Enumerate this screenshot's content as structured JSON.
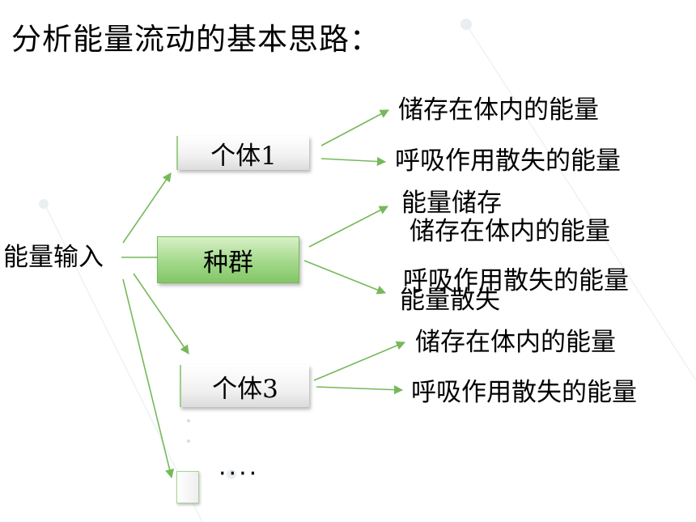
{
  "title": "分析能量流动的基本思路：",
  "colors": {
    "arrow": "#76b95a",
    "box_green": "#a3d98b",
    "decor": "#e8eef2"
  },
  "input_label": "能量输入",
  "nodes": {
    "individual_1": {
      "label": "个体1",
      "outputs": [
        "储存在体内的能量",
        "呼吸作用散失的能量"
      ]
    },
    "population": {
      "label": "种群",
      "outputs_overlay": [
        "能量储存",
        "储存在体内的能量",
        "呼吸作用散失的能量",
        "能量散失"
      ]
    },
    "individual_3": {
      "label": "个体3",
      "outputs": [
        "储存在体内的能量",
        "呼吸作用散失的能量"
      ]
    },
    "more": {
      "label": "····"
    }
  }
}
